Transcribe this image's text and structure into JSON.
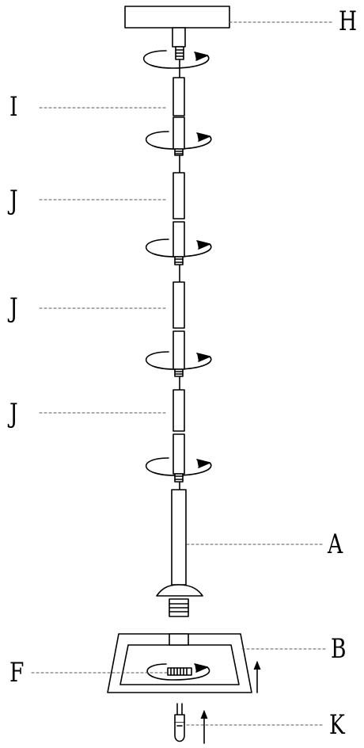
{
  "labels": {
    "h": "H",
    "i": "I",
    "j1": "J",
    "j2": "J",
    "j3": "J",
    "a": "A",
    "b": "B",
    "f": "F",
    "k": "K"
  },
  "colors": {
    "line": "#000000",
    "leader": "#555555",
    "background": "#ffffff"
  }
}
